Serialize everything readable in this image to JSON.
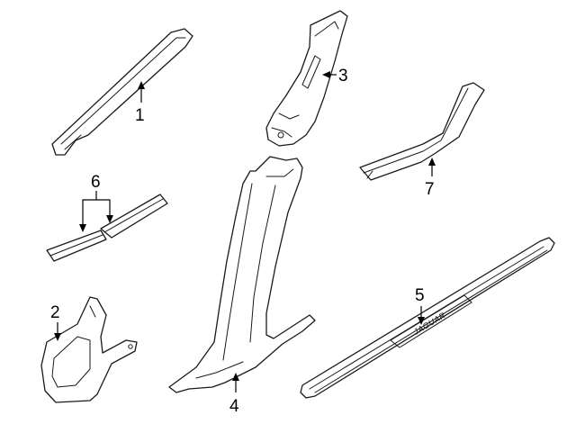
{
  "callouts": [
    {
      "id": "1",
      "label": "1"
    },
    {
      "id": "2",
      "label": "2"
    },
    {
      "id": "3",
      "label": "3"
    },
    {
      "id": "4",
      "label": "4"
    },
    {
      "id": "5",
      "label": "5"
    },
    {
      "id": "6",
      "label": "6"
    },
    {
      "id": "7",
      "label": "7"
    }
  ],
  "sill_plate_badge": "JAGUAR",
  "colors": {
    "line": "#1a1a1a",
    "background": "#ffffff"
  }
}
